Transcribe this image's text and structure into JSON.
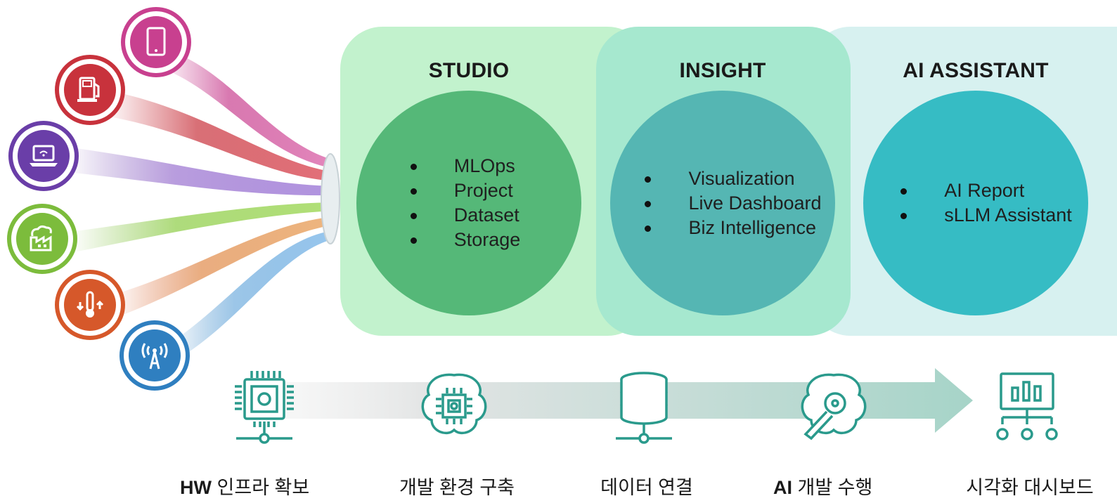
{
  "panels": [
    {
      "title": "STUDIO",
      "items": [
        "MLOps",
        "Project",
        "Dataset",
        "Storage"
      ],
      "bg": "#c2f2cd",
      "circle": "#55b878"
    },
    {
      "title": "INSIGHT",
      "items": [
        "Visualization",
        "Live Dashboard",
        "Biz Intelligence"
      ],
      "bg": "#a6e8cf",
      "circle": "#55b6b3"
    },
    {
      "title": "AI ASSISTANT",
      "items": [
        "AI Report",
        "sLLM Assistant"
      ],
      "bg": "#d7f1f0",
      "circle": "#36bcc4"
    }
  ],
  "steps": [
    {
      "bold": "HW",
      "text": " 인프라 확보",
      "icon": "chip-icon"
    },
    {
      "bold": "",
      "text": "개발 환경 구축",
      "icon": "brain-chip-icon"
    },
    {
      "bold": "",
      "text": "데이터 연결",
      "icon": "database-icon"
    },
    {
      "bold": "AI",
      "text": " 개발 수행",
      "icon": "brain-wrench-icon"
    },
    {
      "bold": "",
      "text": "시각화 대시보드",
      "icon": "dashboard-icon"
    }
  ],
  "devices": [
    {
      "icon": "tablet-icon",
      "color": "#c8408f"
    },
    {
      "icon": "fuel-pump-icon",
      "color": "#c8323c"
    },
    {
      "icon": "laptop-icon",
      "color": "#6a3ea8"
    },
    {
      "icon": "factory-icon",
      "color": "#7cbc3c"
    },
    {
      "icon": "thermometer-icon",
      "color": "#d6582a"
    },
    {
      "icon": "antenna-icon",
      "color": "#2f7fc0"
    }
  ],
  "colors": {
    "step_icon": "#2a9a8c",
    "text": "#1a1a1a"
  }
}
